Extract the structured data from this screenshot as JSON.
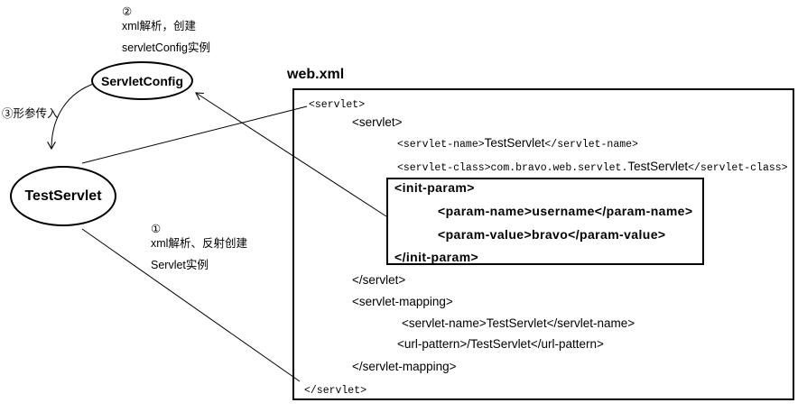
{
  "diagram": {
    "title": "web.xml",
    "nodes": {
      "servletconfig": {
        "label": "ServletConfig"
      },
      "testservlet": {
        "label": "TestServlet"
      }
    },
    "annotations": {
      "step2": {
        "num": "②",
        "line1": "xml解析，创建",
        "line2": "servletConfig实例"
      },
      "step3": {
        "text": "③形参传入"
      },
      "step1": {
        "num": "①",
        "line1": "xml解析、反射创建",
        "line2": "Servlet实例"
      }
    },
    "connectors": [
      {
        "name": "line-servlet-to-testservlet",
        "arrow": false
      },
      {
        "name": "line-testservlet-to-end-servlet",
        "arrow": false
      },
      {
        "name": "arrow-initparam-to-servletconfig",
        "arrow": true
      },
      {
        "name": "arrow-servletconfig-to-testservlet",
        "arrow": true
      }
    ],
    "colors": {
      "ink": "#000000",
      "background": "#ffffff"
    }
  },
  "webxml": {
    "lines": [
      {
        "segments": [
          {
            "t": "<servlet>",
            "f": "mono"
          }
        ]
      },
      {
        "segments": [
          {
            "t": "<servlet>",
            "f": "sans"
          }
        ]
      },
      {
        "segments": [
          {
            "t": "<servlet-name>",
            "f": "mono"
          },
          {
            "t": "TestServlet",
            "f": "sans"
          },
          {
            "t": "</servlet-name>",
            "f": "mono"
          }
        ]
      },
      {
        "segments": [
          {
            "t": "<servlet-class>com.bravo.web.servlet.",
            "f": "mono"
          },
          {
            "t": "TestServlet",
            "f": "sans"
          },
          {
            "t": "</servlet-class>",
            "f": "mono"
          }
        ]
      },
      {
        "segments": [
          {
            "t": "<init-param>",
            "f": "bold"
          }
        ]
      },
      {
        "segments": [
          {
            "t": "<param-name>username</param-name>",
            "f": "bold"
          }
        ]
      },
      {
        "segments": [
          {
            "t": "<param-value>bravo</param-value>",
            "f": "bold"
          }
        ]
      },
      {
        "segments": [
          {
            "t": "</init-param>",
            "f": "bold"
          }
        ]
      },
      {
        "segments": [
          {
            "t": "</servlet>",
            "f": "sans"
          }
        ]
      },
      {
        "segments": [
          {
            "t": "<servlet-mapping>",
            "f": "sans"
          }
        ]
      },
      {
        "segments": [
          {
            "t": "<servlet-name>TestServlet</servlet-name>",
            "f": "sans"
          }
        ]
      },
      {
        "segments": [
          {
            "t": "<url-pattern>/TestServlet</url-pattern>",
            "f": "sans"
          }
        ]
      },
      {
        "segments": [
          {
            "t": "</servlet-mapping>",
            "f": "sans"
          }
        ]
      },
      {
        "segments": [
          {
            "t": "</servlet>",
            "f": "mono"
          }
        ]
      }
    ]
  }
}
